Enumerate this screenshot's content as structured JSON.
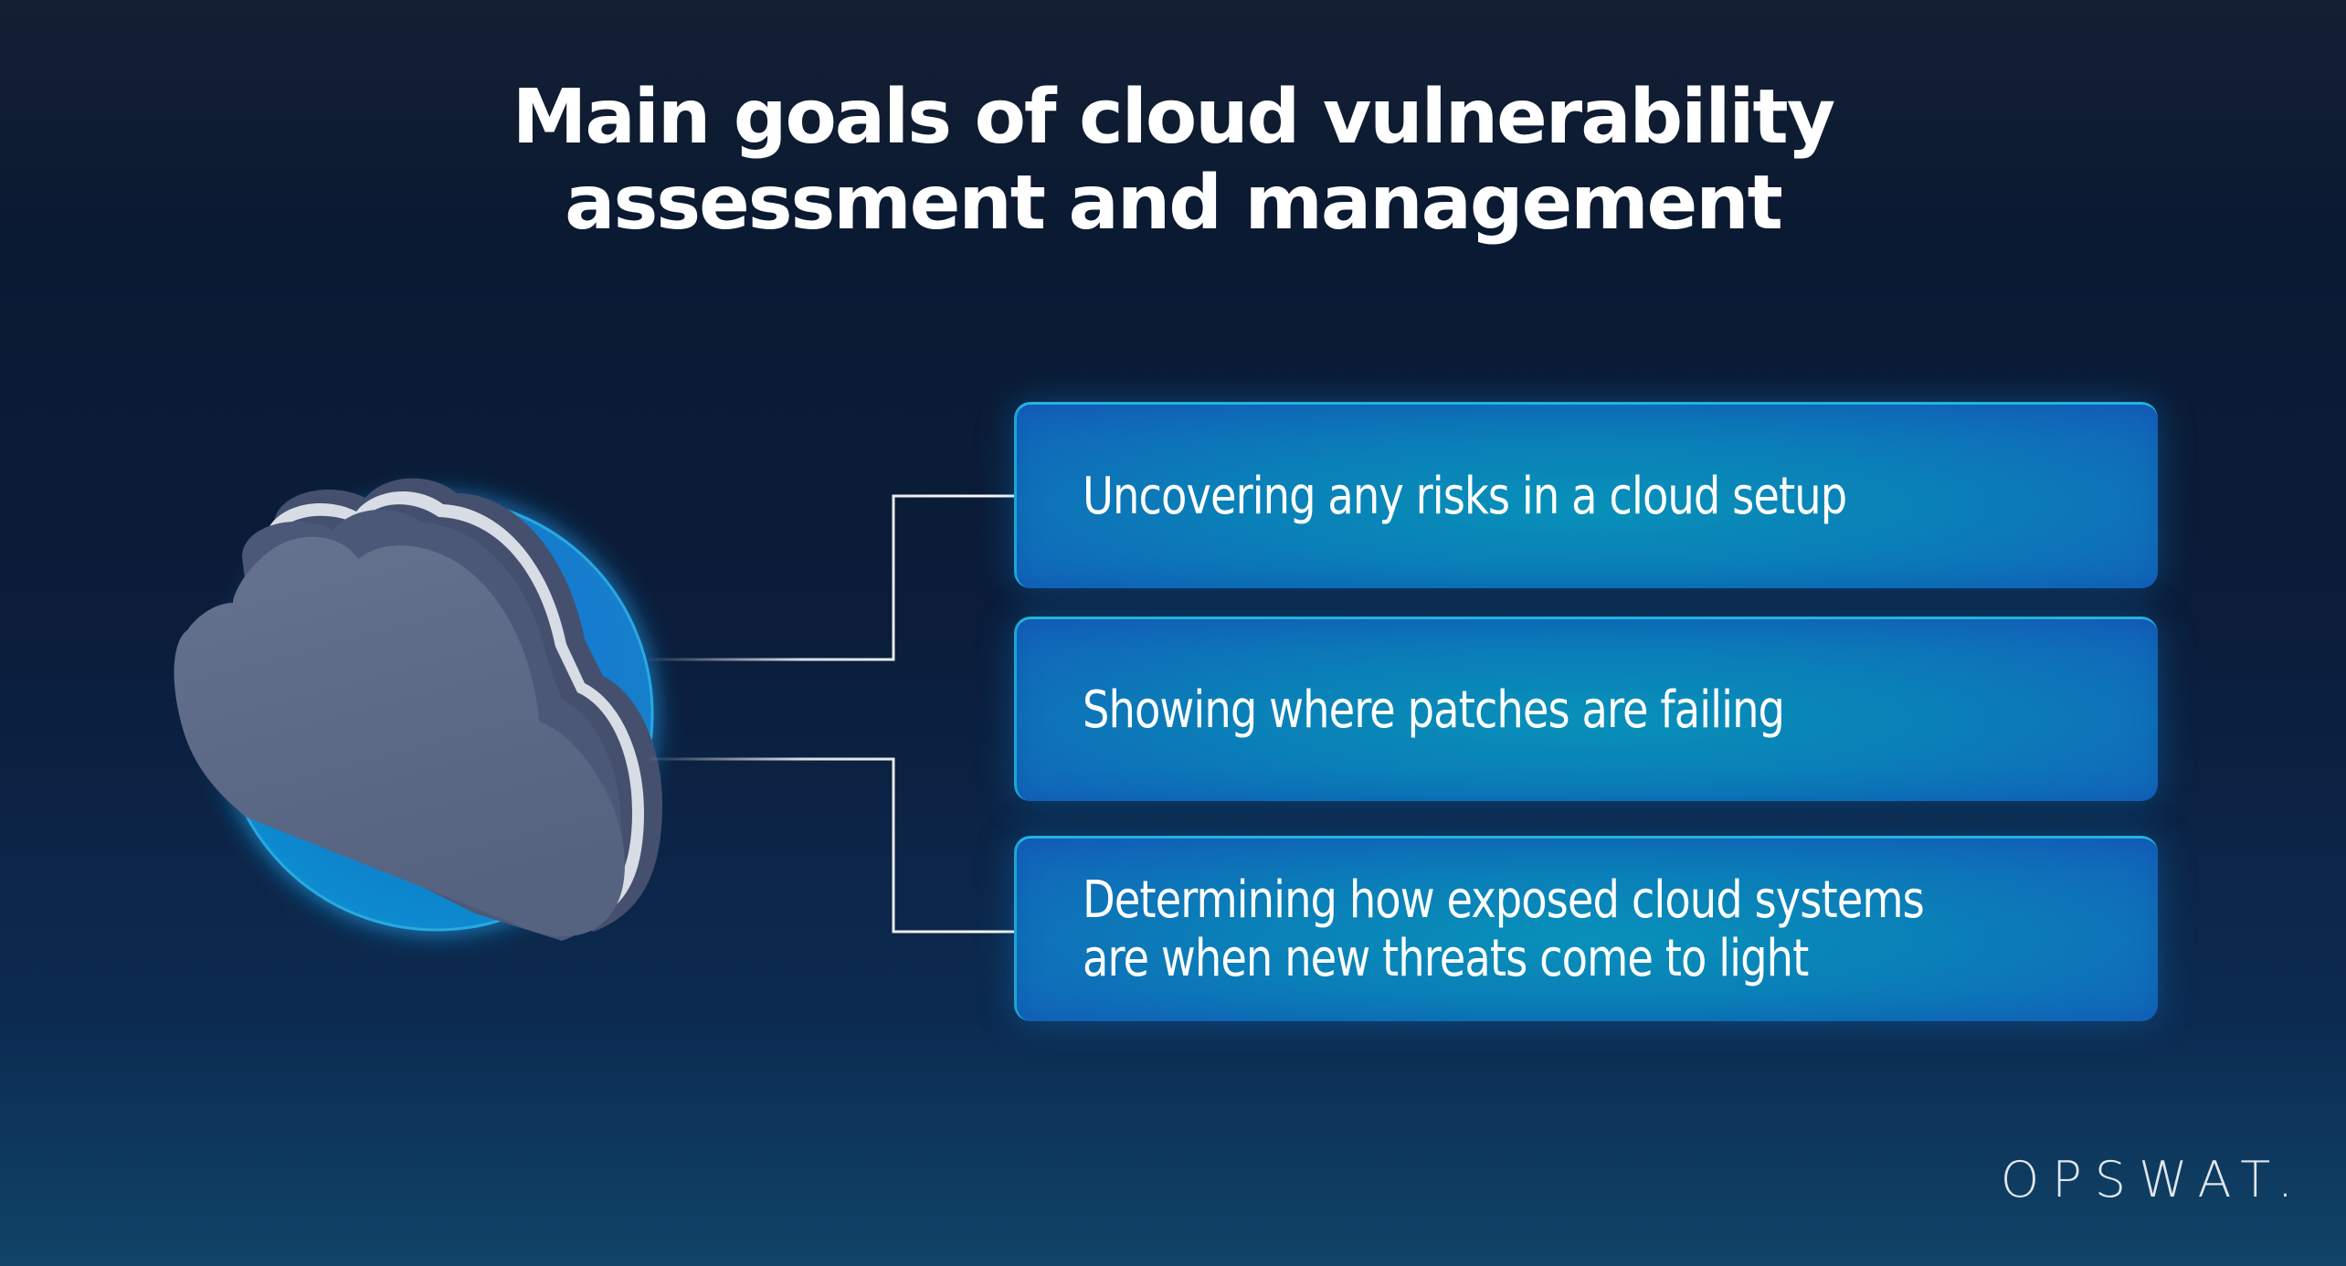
{
  "title": {
    "line1": "Main goals of cloud vulnerability",
    "line2": "assessment and management"
  },
  "illustration": {
    "icon": "cloud-icon",
    "backdrop": "blue-circle",
    "colors": {
      "cloud": "#5a6785",
      "cloud_edge": "#44506e",
      "stripe": "#d6dbe3",
      "circle": "#1273c9"
    }
  },
  "goals": [
    {
      "label": "Uncovering any risks in a cloud setup"
    },
    {
      "label": "Showing where patches are failing"
    },
    {
      "label": "Determining how exposed cloud systems are when new threats come to light",
      "lines": [
        "Determining how exposed cloud systems",
        "are when new threats come to light"
      ]
    }
  ],
  "brand": {
    "logo_text": "OPSWAT."
  },
  "colors": {
    "background_top": "#141f33",
    "background_bottom": "#104468",
    "box_fill": "#0a7fb8",
    "box_border": "#23b4dc",
    "connector": "#ffffff"
  }
}
